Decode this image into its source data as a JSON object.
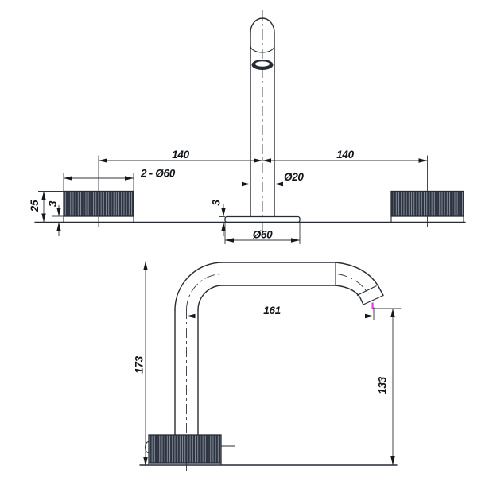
{
  "drawing": {
    "front_view": {
      "spacing_left": "140",
      "spacing_right": "140",
      "handle_diameter": "2 - Ø60",
      "spout_diameter": "Ø20",
      "flange_diameter": "Ø60",
      "handle_height": "25",
      "handle_base_thickness": "3",
      "flange_thickness": "3"
    },
    "side_view": {
      "spout_reach": "161",
      "total_height": "173",
      "outlet_height": "133"
    },
    "colors": {
      "line": "#272c34",
      "knurl_dark": "#2e3440",
      "knurl_light": "#8d96a6",
      "artifact_mark": "#e03ce0"
    }
  }
}
